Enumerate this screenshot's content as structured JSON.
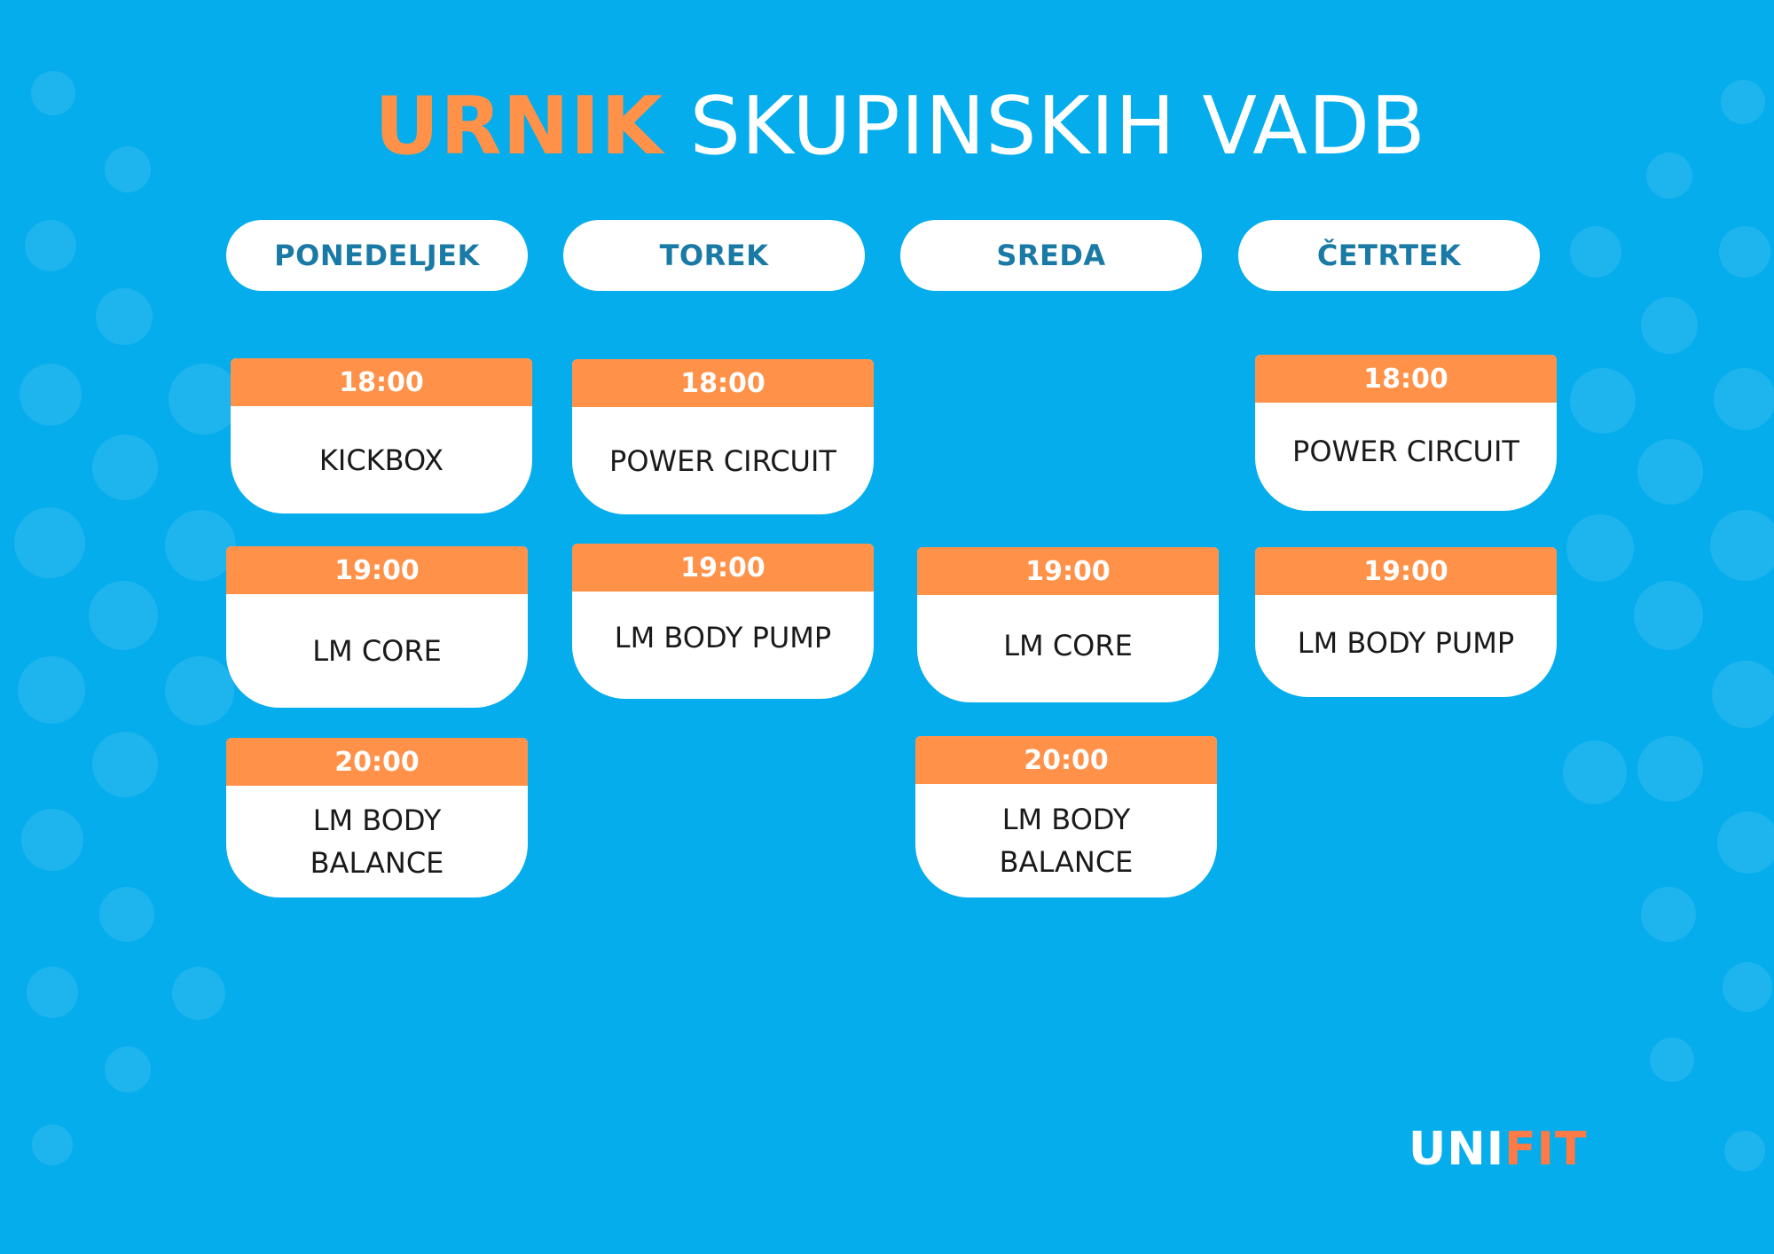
{
  "title": {
    "accent": "URNIK",
    "rest": "SKUPINSKIH VADB"
  },
  "days": [
    {
      "label": "PONEDELJEK",
      "sessions": [
        {
          "time": "18:00",
          "name": "KICKBOX"
        },
        {
          "time": "19:00",
          "name": "LM CORE"
        },
        {
          "time": "20:00",
          "name": "LM BODY BALANCE"
        }
      ]
    },
    {
      "label": "TOREK",
      "sessions": [
        {
          "time": "18:00",
          "name": "POWER CIRCUIT"
        },
        {
          "time": "19:00",
          "name": "LM BODY PUMP"
        }
      ]
    },
    {
      "label": "SREDA",
      "sessions": [
        {
          "time": "19:00",
          "name": "LM CORE"
        },
        {
          "time": "20:00",
          "name": "LM BODY BALANCE"
        }
      ]
    },
    {
      "label": "ČETRTEK",
      "sessions": [
        {
          "time": "18:00",
          "name": "POWER CIRCUIT"
        },
        {
          "time": "19:00",
          "name": "LM BODY PUMP"
        }
      ]
    }
  ],
  "logo": {
    "part1": "UNI",
    "part2": "FIT"
  },
  "colors": {
    "background": "#05adec",
    "accent": "#ff9149",
    "day_text": "#1a7aa6"
  }
}
